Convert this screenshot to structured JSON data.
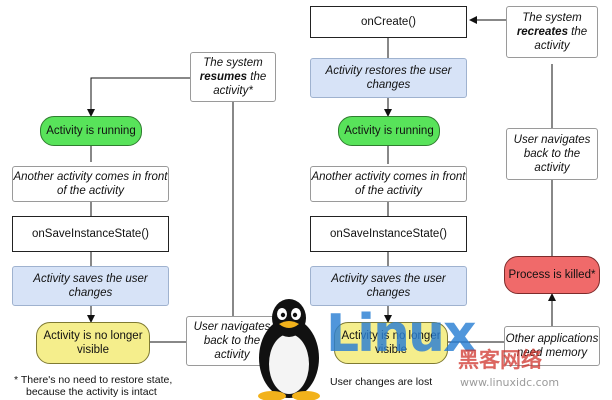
{
  "nodes": {
    "system_resumes": {
      "pre": "The system",
      "bold": "resumes",
      "post": "the activity*"
    },
    "system_recreates": {
      "pre": "The system",
      "bold": "recreates",
      "post": "the activity"
    },
    "on_create": "onCreate()",
    "restores_state": "Activity restores the user changes",
    "left_running": "Activity is running",
    "mid_running": "Activity is running",
    "left_another": "Another activity comes in front of the activity",
    "mid_another": "Another activity comes in front of the activity",
    "left_save_instance": "onSaveInstanceState()",
    "mid_save_instance": "onSaveInstanceState()",
    "left_saves_changes": "Activity saves the user changes",
    "mid_saves_changes": "Activity saves the user changes",
    "left_not_visible": "Activity is no longer visible",
    "mid_not_visible": "Activity is no longer visible",
    "left_navigates_back": "User navigates back to the activity",
    "right_navigates_back": "User navigates back to the activity",
    "process_killed": "Process is killed*",
    "other_apps": "Other applications need memory"
  },
  "footnote": {
    "line1": "* There's no need to restore state,",
    "line2": "because the activity is intact"
  },
  "bottom_caption": "User changes are lost",
  "watermark": {
    "brand": "Linux",
    "chinese": "黑客网络",
    "url": "www.linuxidc.com"
  },
  "colors": {
    "running": "#58e35a",
    "not_visible": "#f5ee8c",
    "killed": "#f06a6a",
    "state_box": "#d7e3f7",
    "watermark_blue": "#2a7fd4",
    "watermark_red": "#d0342c"
  }
}
